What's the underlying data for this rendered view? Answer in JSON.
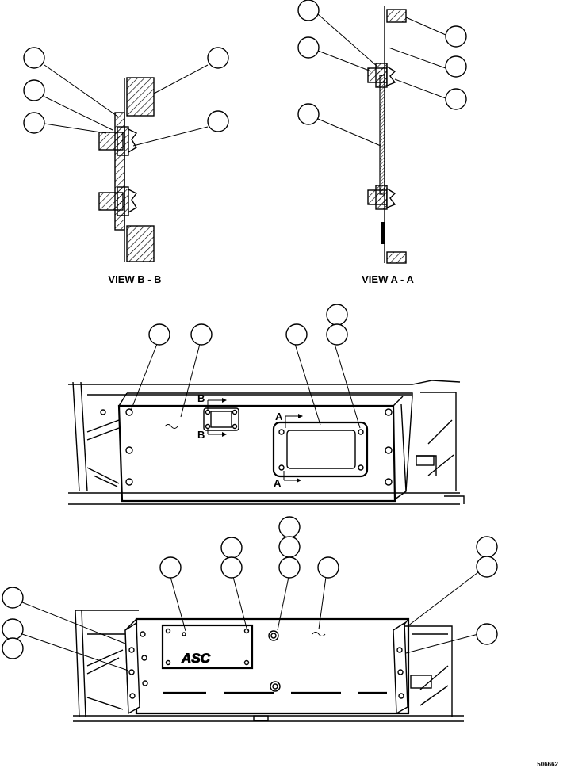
{
  "views": {
    "view_b_label": "VIEW B - B",
    "view_a_label": "VIEW A - A"
  },
  "section_marks": {
    "b_top": "B",
    "b_bottom": "B",
    "a_top": "A",
    "a_bottom": "A"
  },
  "panel_logo": "ASC",
  "figure_number": "506662"
}
